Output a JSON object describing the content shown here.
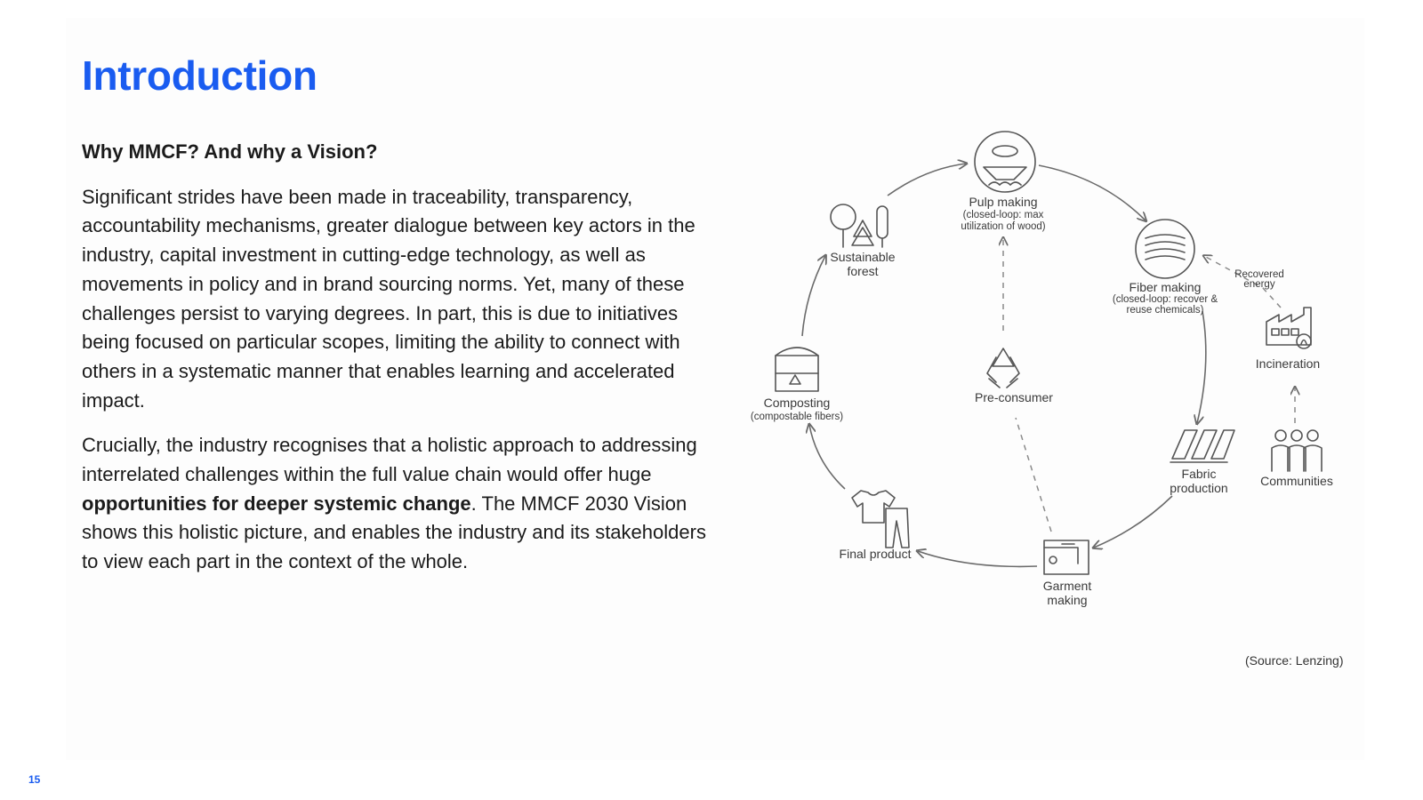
{
  "title": "Introduction",
  "subheading": "Why MMCF? And why a Vision?",
  "paragraph1": "Significant strides have been made in traceability, transparency, accountability mechanisms, greater dialogue between key actors in the industry, capital investment in cutting-edge technology, as well as movements in policy and in brand sourcing norms. Yet, many of these challenges persist to varying degrees. In part, this is due to initiatives being focused on particular scopes, limiting the ability to connect with others in a systematic manner that enables learning and accelerated impact.",
  "paragraph2": {
    "before": "Crucially, the industry recognises that a holistic approach to addressing interrelated challenges within the full value chain would offer huge ",
    "bold": "opportunities for deeper systemic change",
    "after": ". The MMCF 2030 Vision shows this holistic picture, and enables the industry and its stakeholders to view each part in the context of the whole."
  },
  "diagram": {
    "pulp": {
      "label": "Pulp making",
      "sub1": "(closed-loop: max",
      "sub2": "utilization of wood)"
    },
    "fiber": {
      "label": "Fiber making",
      "sub1": "(closed-loop: recover &",
      "sub2": "reuse chemicals)"
    },
    "recovered": {
      "line1": "Recovered",
      "line2": "energy"
    },
    "incineration": "Incineration",
    "communities": "Communities",
    "fabric": {
      "line1": "Fabric",
      "line2": "production"
    },
    "garment": {
      "line1": "Garment",
      "line2": "making"
    },
    "final": "Final product",
    "composting": {
      "label": "Composting",
      "sub": "(compostable fibers)"
    },
    "forest": {
      "line1": "Sustainable",
      "line2": "forest"
    },
    "preconsumer": "Pre-consumer"
  },
  "source": "(Source: Lenzing)",
  "page_number": "15"
}
